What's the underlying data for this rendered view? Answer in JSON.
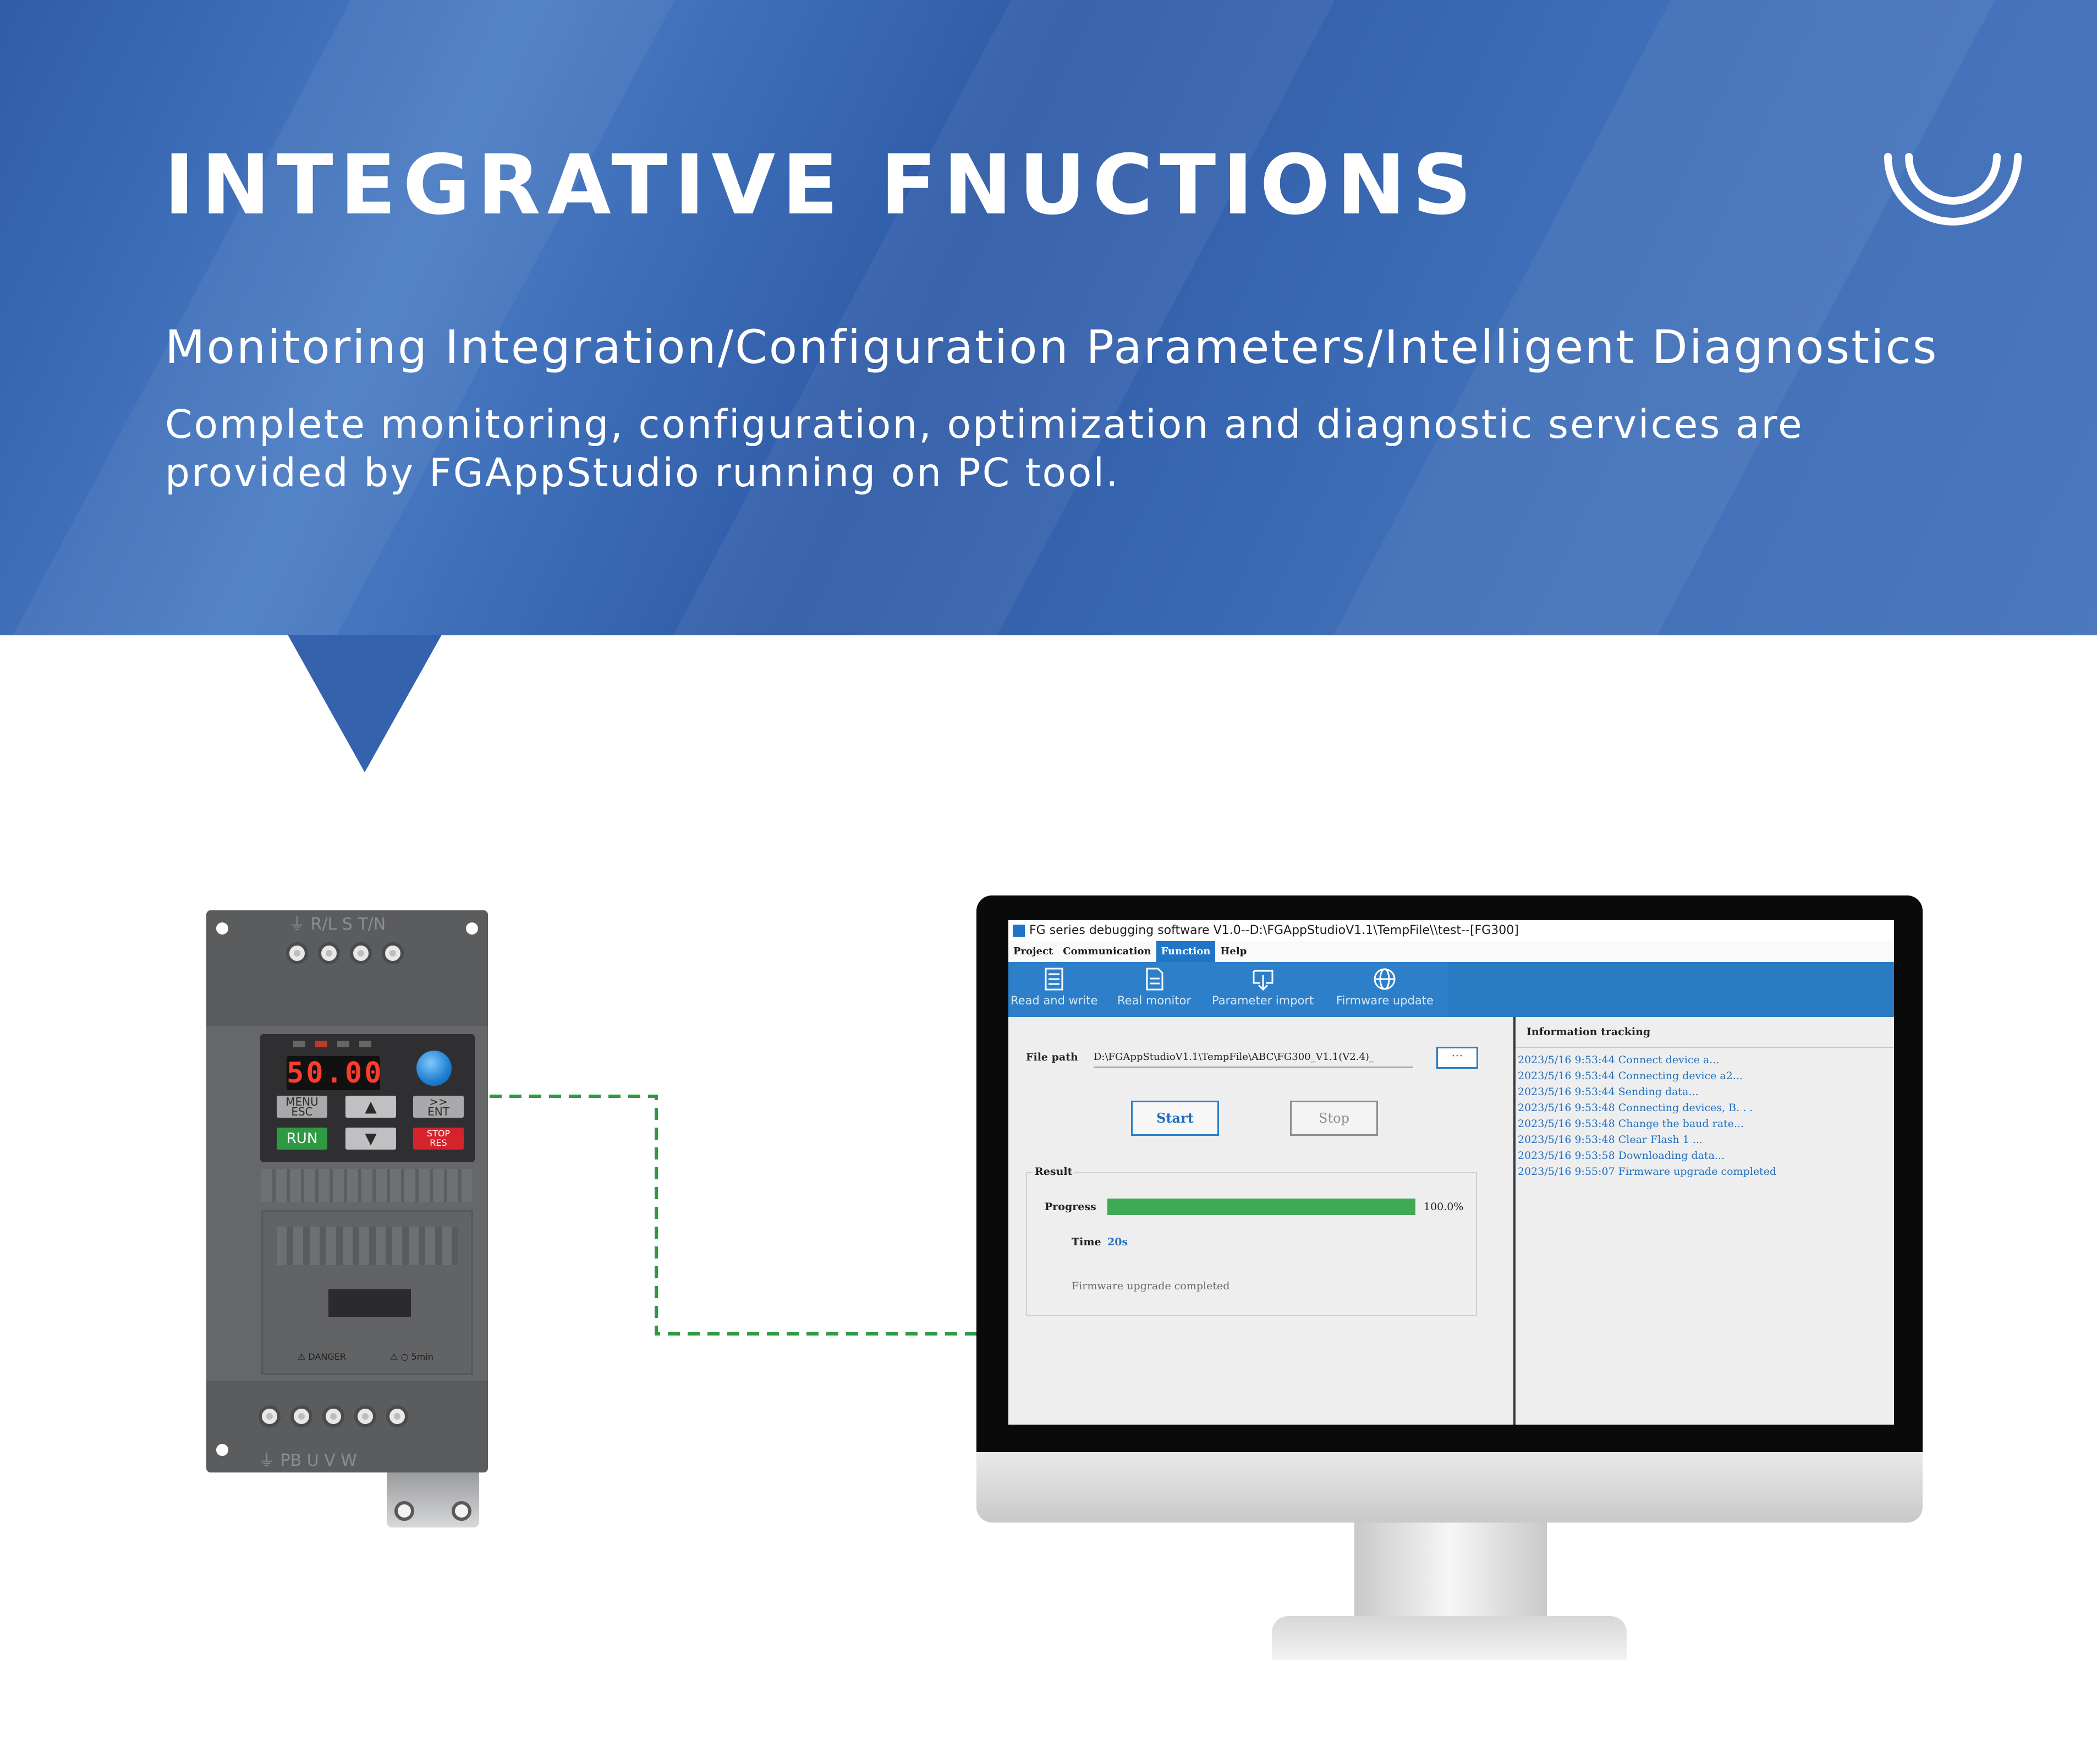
{
  "banner": {
    "title": "INTEGRATIVE FNUCTIONS",
    "subtitle": "Monitoring Integration/Configuration Parameters/Intelligent Diagnostics",
    "description": "Complete monitoring, configuration, optimization and diagnostic services are provided by FGAppStudio running on PC tool.",
    "logo_icon": "double-arc-logo-icon"
  },
  "drive": {
    "top_terminals_label": "⏚  R/L   S   T/N",
    "display_value": "50.00",
    "keys": {
      "menu": "MENU\nESC",
      "up": "▲",
      "enter": ">>\nENT",
      "run": "RUN",
      "down": "▼",
      "stop": "STOP\nRES"
    },
    "warning_danger": "⚠ DANGER",
    "warning_time": "⚠ ○ 5min",
    "bottom_terminals_label": "⏚ PB  U   V   W",
    "colors": {
      "display": "#ff3b2b",
      "run": "#2e9b43",
      "stop": "#d5232c",
      "knob": "#1f7fd0"
    }
  },
  "app": {
    "window_title": "FG series debugging software V1.0--D:\\FGAppStudioV1.1\\TempFile\\\\test--[FG300]",
    "menu": [
      "Project",
      "Communication",
      "Function",
      "Help"
    ],
    "active_menu": "Function",
    "ribbon": [
      {
        "label": "Read and write",
        "icon": "list-icon"
      },
      {
        "label": "Real monitor",
        "icon": "document-icon"
      },
      {
        "label": "Parameter import",
        "icon": "import-icon"
      },
      {
        "label": "Firmware update",
        "icon": "globe-icon"
      }
    ],
    "file_path": {
      "label": "File path",
      "value": "D:\\FGAppStudioV1.1\\TempFile\\ABC\\FG300_V1.1(V2.4)_",
      "browse_label": "···"
    },
    "start_label": "Start",
    "stop_label": "Stop",
    "result": {
      "label": "Result",
      "progress_label": "Progress",
      "progress_value": "100.0%",
      "progress_fraction": 1.0,
      "time_label": "Time",
      "time_value": "20s",
      "status": "Firmware upgrade completed"
    },
    "info": {
      "title": "Information tracking",
      "log": [
        "2023/5/16 9:53:44 Connect device a...",
        "2023/5/16 9:53:44 Connecting device a2...",
        "2023/5/16 9:53:44 Sending data...",
        "2023/5/16 9:53:48 Connecting devices, B. . .",
        "2023/5/16 9:53:48 Change the baud rate...",
        "2023/5/16 9:53:48 Clear Flash 1 ...",
        "2023/5/16 9:53:58 Downloading data...",
        "2023/5/16 9:55:07 Firmware upgrade completed"
      ]
    },
    "accent_color": "#2c7fc8",
    "progress_color": "#3faa53"
  }
}
